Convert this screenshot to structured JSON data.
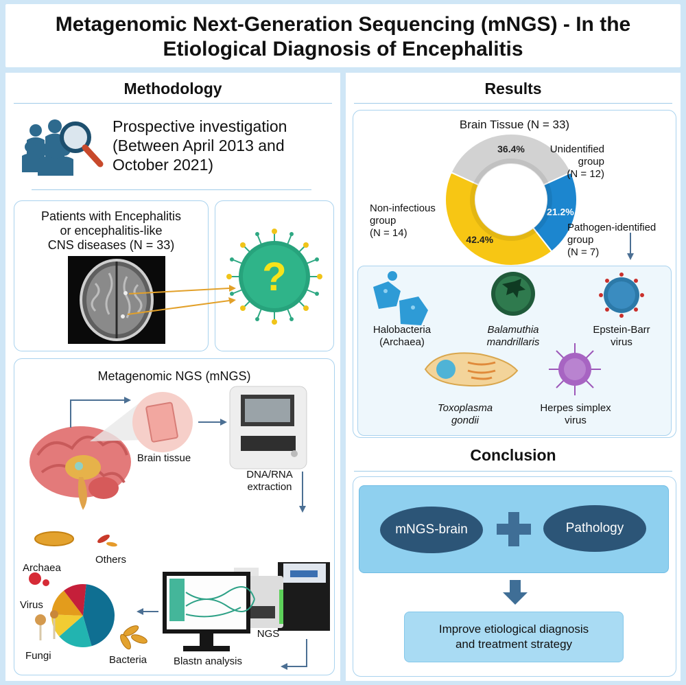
{
  "title": {
    "line1": "Metagenomic Next-Generation Sequencing (mNGS) - In the",
    "line2": "Etiological Diagnosis of Encephalitis"
  },
  "methodology": {
    "heading": "Methodology",
    "investigation": {
      "line1": "Prospective investigation",
      "line2": "(Between April 2013 and",
      "line3": "October 2021)"
    },
    "patients": {
      "line1": "Patients with Encephalitis",
      "line2": "or encephalitis-like",
      "line3": "CNS diseases (N = 33)"
    },
    "unknown_symbol": "?",
    "mngs": {
      "heading": "Metagenomic NGS (mNGS)",
      "brain_tissue": "Brain tissue",
      "extraction_line1": "DNA/RNA",
      "extraction_line2": "extraction",
      "ngs": "NGS",
      "blastn": "Blastn analysis",
      "pie_labels": {
        "archaea": "Archaea",
        "others": "Others",
        "virus": "Virus",
        "fungi": "Fungi",
        "bacteria": "Bacteria"
      },
      "colors": {
        "bacteria": "#0f6f92",
        "fungi": "#22b4b0",
        "virus": "#f2cc33",
        "archaea": "#e39c1c",
        "others": "#c51f3a"
      }
    }
  },
  "results": {
    "heading": "Results",
    "donut": {
      "title": "Brain Tissue (N = 33)",
      "segments": [
        {
          "name": "Unidentified group",
          "percent": 36.4,
          "label": "36.4%",
          "color": "#d2d2d2",
          "text_color": "#222222"
        },
        {
          "name": "Pathogen-identified group",
          "percent": 21.2,
          "label": "21.2%",
          "color": "#1c86cf",
          "text_color": "#ffffff"
        },
        {
          "name": "Non-infectious group",
          "percent": 42.4,
          "label": "42.4%",
          "color": "#f7c614",
          "text_color": "#222222"
        }
      ],
      "unidentified": {
        "line1": "Unidentified",
        "line2": "group",
        "line3": "(N = 12)"
      },
      "noninfectious": {
        "line1": "Non-infectious",
        "line2": "group",
        "line3": "(N = 14)"
      },
      "pathogen": {
        "line1": "Pathogen-identified",
        "line2": "group",
        "line3": "(N = 7)"
      }
    },
    "pathogens": {
      "halobacteria": {
        "line1": "Halobacteria",
        "line2": "(Archaea)"
      },
      "balamuthia": {
        "line1": "Balamuthia",
        "line2": "mandrillaris"
      },
      "ebv": {
        "line1": "Epstein-Barr",
        "line2": "virus"
      },
      "toxoplasma": {
        "line1": "Toxoplasma",
        "line2": "gondii"
      },
      "hsv": {
        "line1": "Herpes simplex",
        "line2": "virus"
      }
    }
  },
  "conclusion": {
    "heading": "Conclusion",
    "left": "mNGS-brain",
    "right": "Pathology",
    "outcome_line1": "Improve etiological diagnosis",
    "outcome_line2": "and treatment strategy"
  }
}
